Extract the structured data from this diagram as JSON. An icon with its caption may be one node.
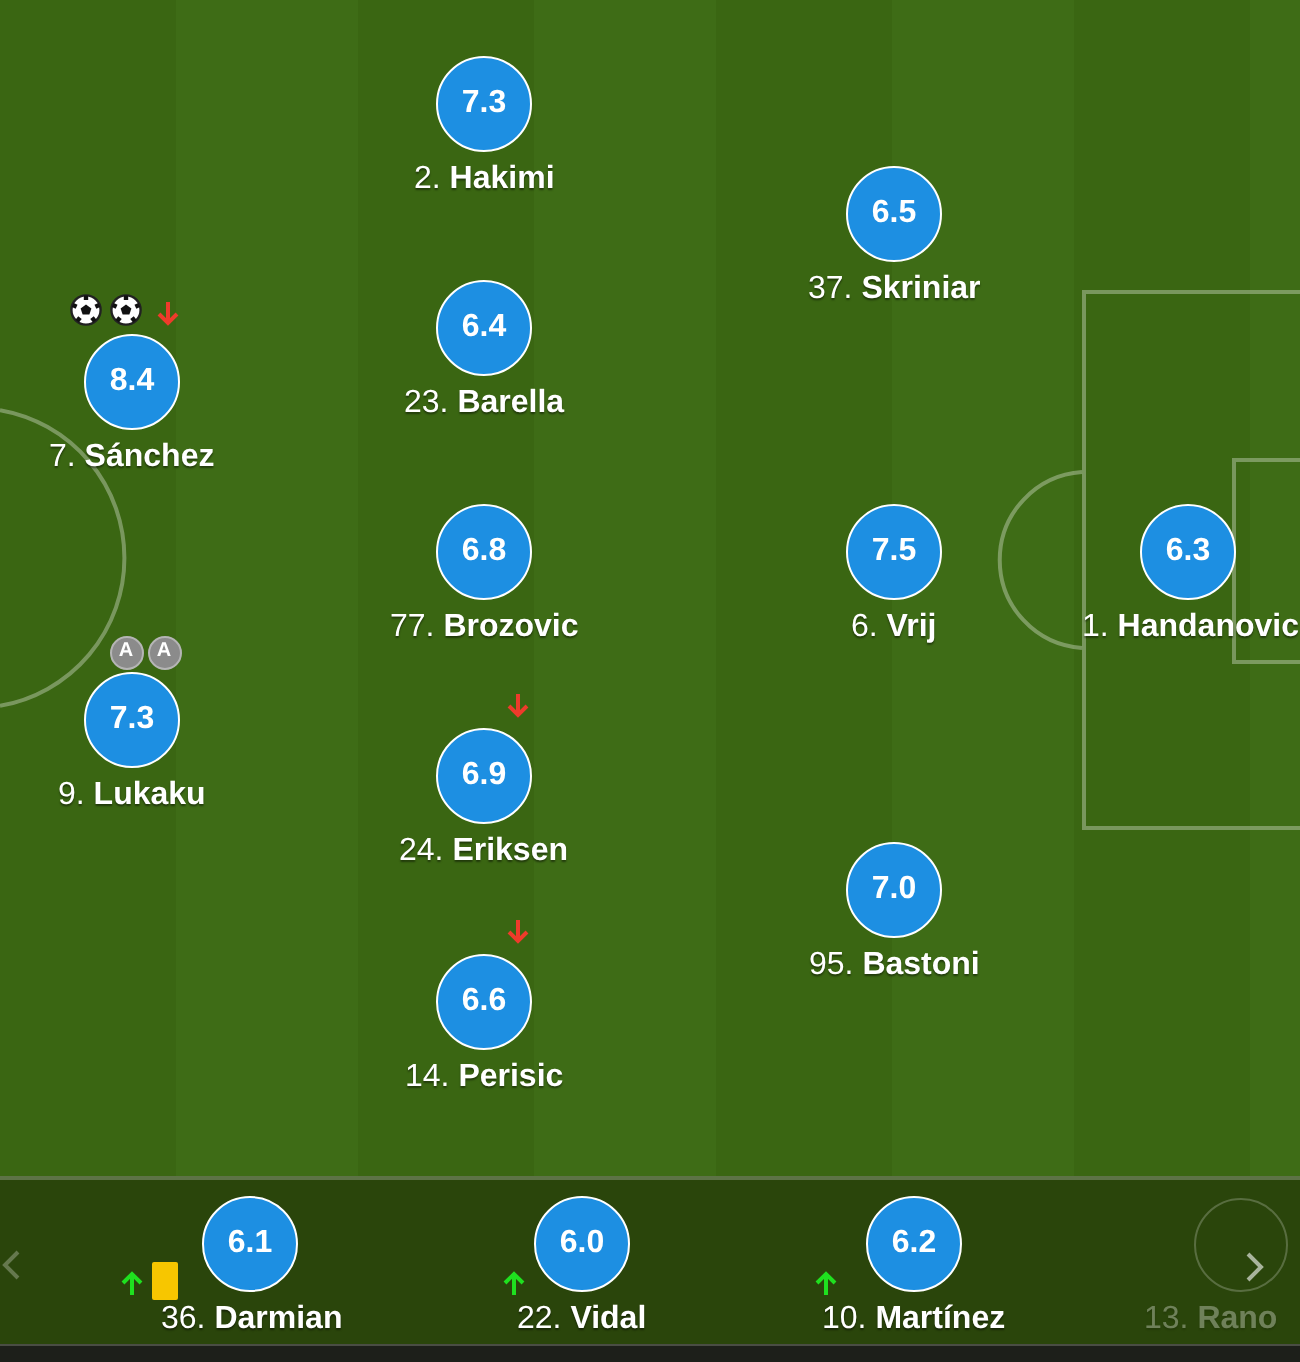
{
  "diagram": {
    "nodes": [
      {
        "text": [
          "7.3"
        ],
        "beside": [
          "2. **Hakimi**"
        ]
      },
      {
        "text": [
          "6.5"
        ],
        "beside": [
          "37. **Skriniar**"
        ]
      },
      {
        "text": [
          "6.4"
        ],
        "beside": [
          "23. **Barella**"
        ]
      },
      {
        "text": [
          "8.4"
        ],
        "beside": [
          "7. **Sánchez**"
        ]
      },
      {
        "text": [
          "6.8"
        ],
        "beside": [
          "77. **Brozovic**"
        ]
      },
      {
        "text": [
          "7.5"
        ],
        "beside": [
          "6. **Vrij**"
        ]
      },
      {
        "text": [
          "6.3"
        ],
        "beside": [
          "1. **Handanovic**"
        ]
      },
      {
        "text": [
          "A"
        ]
      },
      {
        "text": [
          "A"
        ]
      },
      {
        "text": [
          "7.3"
        ],
        "beside": [
          "9. **Lukaku**"
        ]
      },
      {
        "text": [
          "6.9"
        ],
        "beside": [
          "24. **Eriksen**"
        ]
      },
      {
        "text": [
          "7.0"
        ],
        "beside": [
          "95. **Bastoni**"
        ]
      },
      {
        "text": [
          "6.6"
        ],
        "beside": [
          "14. **Perisic**"
        ]
      },
      {
        "text": [
          "6.1"
        ],
        "beside": [
          "36. **Darmian**"
        ]
      },
      {
        "text": [
          "6.0"
        ],
        "beside": [
          "22. **Vidal**"
        ]
      },
      {
        "text": [
          "6.2"
        ],
        "beside": [
          "10. **Martínez**"
        ]
      },
      {
        "text": [],
        "shape": "circle",
        "beside": [
          "13. **Rano**"
        ]
      }
    ]
  }
}
